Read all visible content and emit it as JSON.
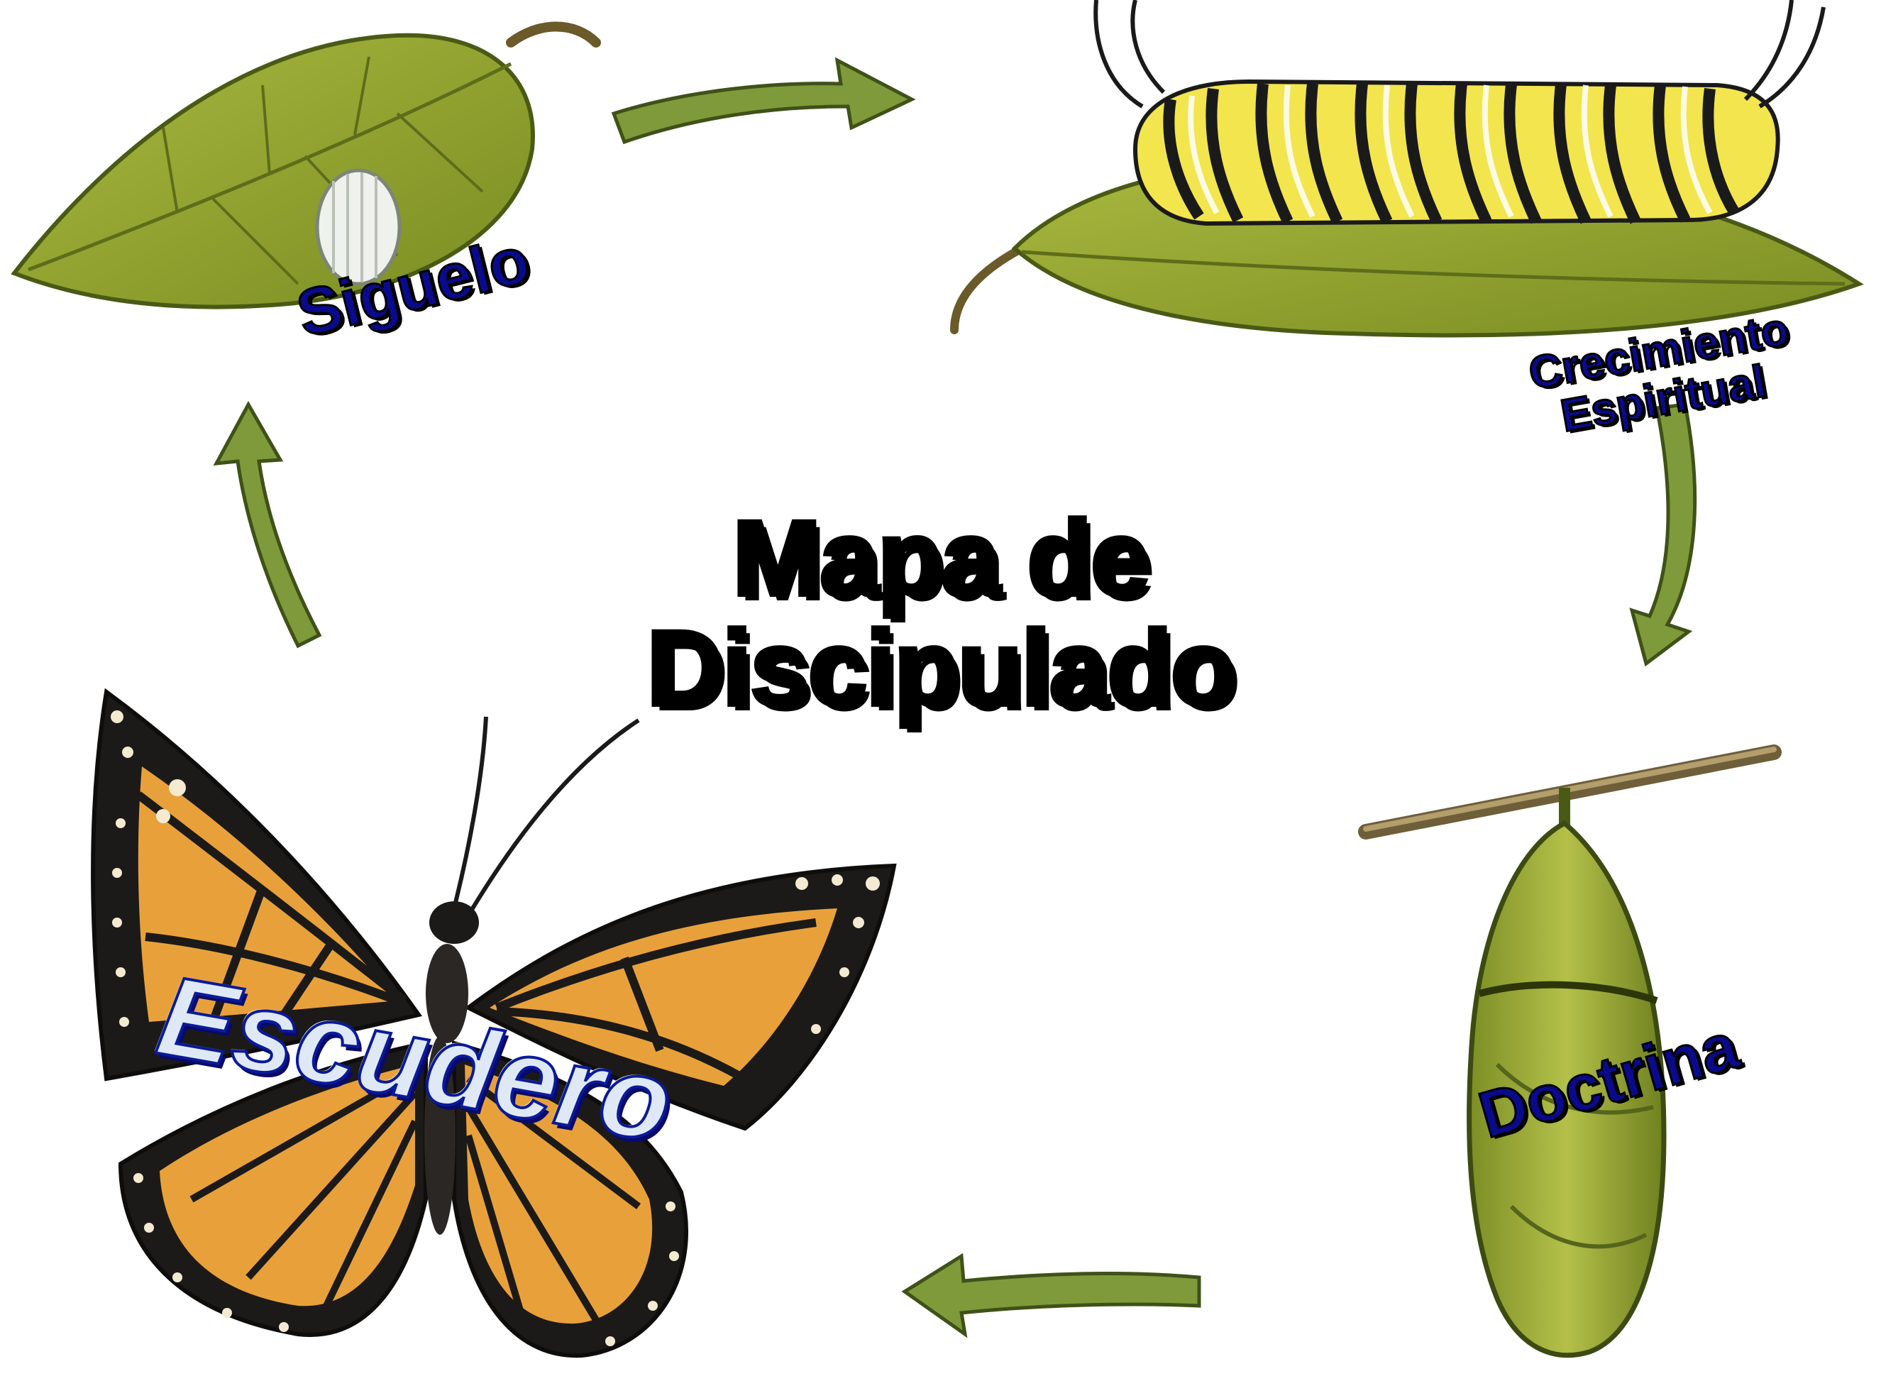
{
  "title": {
    "line1": "Mapa de",
    "line2": "Discipulado"
  },
  "stages": [
    {
      "id": "egg",
      "label": "Siguelo"
    },
    {
      "id": "caterpillar",
      "label_line1": "Crecimiento",
      "label_line2": "Espiritual"
    },
    {
      "id": "chrysalis",
      "label": "Doctrina"
    },
    {
      "id": "butterfly",
      "label": "Escudero"
    }
  ],
  "colors": {
    "arrow_fill": "#7e9a3a",
    "arrow_stroke": "#3f5118",
    "leaf": "#9aaa34",
    "leaf_dark": "#5d6d1a",
    "caterpillar_yellow": "#f1e34a",
    "chrysalis": "#9aa83a",
    "butterfly_orange": "#e8a13a",
    "butterfly_black": "#1c1a18",
    "label_blue": "#0a0a8c"
  }
}
